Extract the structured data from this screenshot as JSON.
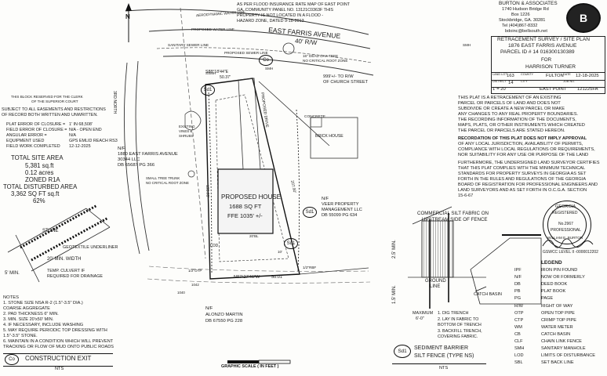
{
  "flood_note": [
    "AS PER FLOOD INSURANCE RATE MAP OF EAST POINT",
    "GA. COMMUNITY PANEL NO. 13121C0363F THIS",
    "PROPERTY IS NOT LOCATED IN A FLOOD -",
    "HAZARD ZONE, DATED 9-18-2013"
  ],
  "north_label": "N",
  "street": {
    "name": "EAST FARRIS AVENUE",
    "row": "40' R/W"
  },
  "plan_labels": {
    "aerodynamic_water_line": "AERODYNAMIC WATER LINE",
    "proposed_water_line": "PROPOSED WATER LINE",
    "sanitary_sewer_line": "SANITARY SEWER LINE",
    "proposed_sewer_line": "PROPOSED SEWER LINE",
    "dead_oak": [
      "16\" DEAD OAK TREE",
      "NO CRITICAL ROOT ZONE"
    ],
    "church_street": [
      "999'+/- TO R/W",
      "OF CHURCH STREET"
    ],
    "smh": "SMH",
    "smh_right": "SMH",
    "ssmh": "SSMH",
    "third_north": "3RD NORTH",
    "bearing_top": "S88°18'44\"E",
    "dist_top": "50.37'",
    "concrete": "CONCRETE",
    "brick_house": "BRICK HOUSE",
    "existing_vines": [
      "EXISTING",
      "VINES &",
      "SHRUBS"
    ],
    "small_tree": [
      "SMALL TREE TRUNK",
      "NO CRITICAL ROOT ZONE"
    ],
    "lod": "LOD",
    "bearing_bottom": "N87°27'46\"W",
    "dist_bottom": "50.01'",
    "iron_pin": "1/2\"OTP",
    "iron_pin_right": "1/2\"RBF",
    "dim_right": "207.90'",
    "dim_left": "195.01'",
    "setback_a": "20'BL",
    "setback_b": "10'",
    "elev_a": "1042",
    "elev_b": "1040"
  },
  "proposed_driveway": "PROPOSED DRIVE",
  "house": {
    "title": "PROPOSED HOUSE",
    "area": "1688 SQ FT",
    "ffe": "FFE 1035' +/-"
  },
  "neighbors": {
    "left_top": [
      "N/F",
      "1880 EAST FARRIS AVENUE",
      "30344 LLC",
      "DB 65687 PG 366"
    ],
    "right": [
      "N/F",
      "VEER PROPERTY",
      "MANAGEMENT LLC",
      "DB 55099 PG 634"
    ],
    "bottom": [
      "N/F",
      "ALONZO MARTIN",
      "DB 67550 PG 228"
    ]
  },
  "silt_badge": "Sd1",
  "co_badge": "Co",
  "scale": "GRAPHIC SCALE ( IN FEET )",
  "clerk_block": [
    "THIS BLOCK RESERVED FOR THE CLERK",
    "OF THE SUPERIOR COURT"
  ],
  "restrictions_note": [
    "SUBJECT TO ALL EASEMENTS AND RESTRICTIONS",
    "OF RECORD BOTH WRITTEN AND UNWRITTEN."
  ],
  "closure": [
    {
      "label": "PLAT ERROR OF CLOSURE =",
      "value": "1' IN 68,508'"
    },
    {
      "label": "FIELD ERROR OF CLOSURE =",
      "value": "N/A - OPEN END"
    },
    {
      "label": "ANGULAR ERROR =",
      "value": "N/A"
    },
    {
      "label": "EQUIPMENT USED",
      "value": "GPS EMLID REACH RS3"
    },
    {
      "label": "FIELD WORK COMPLETED",
      "value": "12-12-2025"
    }
  ],
  "site_area": [
    "TOTAL SITE AREA",
    "5,381 sq.ft",
    "0.12 acres",
    "ZONED R1A",
    "TOTAL DISTURBED AREA",
    "3,362 SQ FT sq.ft",
    "62%"
  ],
  "exit_detail": {
    "labels": [
      "STONE",
      "GEOTEXTILE UNDERLINER",
      "20' MIN. WIDTH",
      "5' MIN.",
      "TEMP. CULVERT IF",
      "REQUIRED FOR DRAINAGE"
    ],
    "notes_title": "NOTES",
    "notes": [
      "1. STONE SIZE NSA R-2 (1.5\"-3.5\" DIA.)",
      "   COARSE AGGREGATE",
      "2. PAD THICKNESS  6\" MIN.",
      "3. MIN. SIZE 20'x50' MIN.",
      "4. IF NECESSARY, INCLUDE WASHING",
      "5. MAY REQUIRE PERIODIC TOP DRESSING WITH",
      "   1.5\"-3.5\" STONE.",
      "6. MAINTAIN IN A CONDITION WHICH WILL PREVENT",
      "   TRACKING OR FLOW OF MUD ONTO PUBLIC ROADS"
    ],
    "title": "CONSTRUCTION EXIT",
    "nts": "NTS"
  },
  "silt_detail": {
    "title_top": [
      "COMMERCIAL SILT FABRIC ON",
      "UPSTREAM SIDE OF FENCE"
    ],
    "dim_25": "2.5' MIN.",
    "dim_15": "1.5' MIN.",
    "ground_line": [
      "GROUND",
      "LINE"
    ],
    "maximum": [
      "MAXIMUM",
      "6'-0\""
    ],
    "catch_basin": "CATCH BASIN",
    "steps": [
      "1. DIG TRENCH",
      "2. LAY IN FABRIC TO",
      "   BOTTOM OF TRENCH",
      "3. BACKFILL TRENCH,",
      "   COVERING FABRIC."
    ],
    "title": [
      "SEDIMENT BARRIER",
      "SILT FENCE (TYPE NS)"
    ],
    "nts": "NTS"
  },
  "company": {
    "name": "BURTON & ASSOCIATES",
    "address": [
      "1740 Hudson Bridge Rd",
      "Box 1226",
      "Stockbridge, GA. 30281"
    ],
    "phone": "Tel (404)867-8332",
    "email": "bdoinc@bellsouth.net"
  },
  "logo_letter": "B",
  "project": {
    "title": "RETRACEMENT SURVEY / SITE PLAN",
    "address": "1876 EAST FARRIS AVENUE",
    "parcel": "PARCEL ID # 14 0163001303​89",
    "for_label": "FOR",
    "client": "HARRISON TURNER"
  },
  "table": {
    "row1": [
      {
        "k": "LAND LOT",
        "v": "163"
      },
      {
        "k": "COUNTY",
        "v": "FULTON"
      },
      {
        "k": "DATE",
        "v": "12-18-2025"
      }
    ],
    "row2": [
      {
        "k": "DISTRICT",
        "v": "14"
      },
      {
        "k": "CITY",
        "v": "EAST POINT"
      },
      {
        "k": "JOB NO.",
        "v": "121225FA"
      }
    ],
    "scale": "1\"= 20'"
  },
  "retrace_note": [
    "THIS PLAT IS A RETRACEMENT OF AN EXISTING",
    "PARCEL OR PARCELS OF LAND AND DOES NOT",
    "SUBDIVIDE OR CREATE A NEW PARCEL OR MAKE",
    "ANY CHANGES TO ANY REAL PROPERTY BOUNDARIES.",
    "THE RECORDING INFORMATION OF THE DOCUMENTS,",
    "MAPS, PLATS, OR OTHER INSTRUMENTS WHICH CREATED",
    "THE PARCEL OR PARCELS ARE STATED HEREON."
  ],
  "recordation_note": [
    "RECORDATION OF THIS PLAT DOES NOT IMPLY APPROVAL",
    "OF ANY LOCAL JURISDICTION, AVAILABILITY OF PERMITS,",
    "COMPLIANCE WITH LOCAL REGULATIONS OR REQUIREMENTS,",
    "NOR SUITABILITY FOR ANY USE OR PURPOSE OF THE LAND"
  ],
  "certify_note": [
    "FURTHERMORE, THE UNDERSIGNED LAND SURVEYOR CERTIFIES",
    "THAT THIS PLAT COMPLIES WITH THE MINIMUM TECHNICAL",
    "STANDARDS FOR PROPERTY SURVEYS IN GEORGIA AS SET",
    "FORTH IN THE RULES AND REGULATIONS OF THE GEORGIA",
    "BOARD OF REGISTRATION FOR PROFESSIONAL ENGINEERS AND",
    "LAND SURVEYORS AND AS SET FORTH IN O.C.G.A. SECTION",
    "15-6-67"
  ],
  "seal": {
    "state": "GEORGIA",
    "reg": "REGISTERED",
    "number": "No.2967",
    "prof": "PROFESSIONAL",
    "name": "WILLIAM E. BURTON"
  },
  "gswcc": "GSWCC LEVEL II -0000012202",
  "legend": {
    "title": "LEGEND",
    "items": [
      {
        "code": "IPF",
        "desc": "IRON PIN FOUND"
      },
      {
        "code": "N/F",
        "desc": "NOW OR FORMERLY"
      },
      {
        "code": "DB",
        "desc": "DEED BOOK"
      },
      {
        "code": "PB",
        "desc": "PLAT BOOK"
      },
      {
        "code": "PG",
        "desc": "PAGE"
      },
      {
        "code": "R/W",
        "desc": "RIGHT OF WAY"
      },
      {
        "code": "OTP",
        "desc": "OPEN TOP PIPE"
      },
      {
        "code": "CTP",
        "desc": "CRIMP TOP PIPE"
      },
      {
        "code": "WM",
        "desc": "WATER METER"
      },
      {
        "code": "CB",
        "desc": "CATCH BASIN"
      },
      {
        "code": "CLF",
        "desc": "CHAIN LINK FENCE"
      },
      {
        "code": "SMH",
        "desc": "SANITARY MANHOLE"
      },
      {
        "code": "LOD",
        "desc": "LIMITS OF DISTURBANCE"
      },
      {
        "code": "SBL",
        "desc": "SET BACK LINE"
      }
    ]
  }
}
